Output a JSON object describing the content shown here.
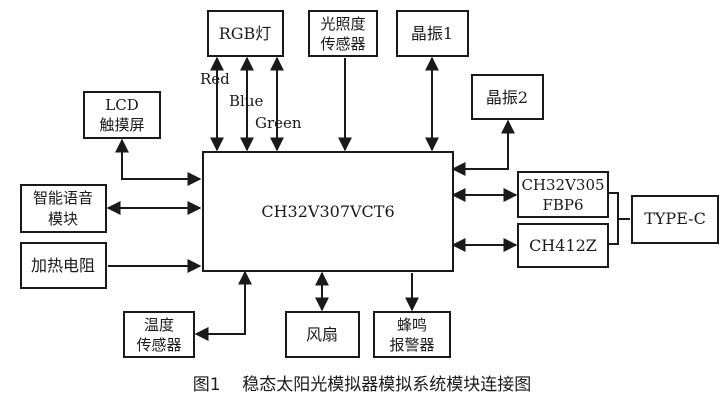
{
  "blocks": {
    "mcu": "CH32V307VCT6",
    "rgb": "RGB灯",
    "light_sensor": [
      "光照度",
      "传感器"
    ],
    "crystal1": "晶振1",
    "crystal2": "晶振2",
    "lcd": [
      "LCD",
      "触摸屏"
    ],
    "voice": [
      "智能语音",
      "模块"
    ],
    "heater": "加热电阻",
    "ch32v305": [
      "CH32V305",
      "FBP6"
    ],
    "ch412": "CH412Z",
    "typec": "TYPE-C",
    "temp_sensor": [
      "温度",
      "传感器"
    ],
    "fan": "风扇",
    "buzzer": [
      "蜂鸣",
      "报警器"
    ]
  },
  "rgb_lines": {
    "red": "Red",
    "blue": "Blue",
    "green": "Green"
  },
  "caption": "图1    稳态太阳光模拟器模拟系统模块连接图"
}
